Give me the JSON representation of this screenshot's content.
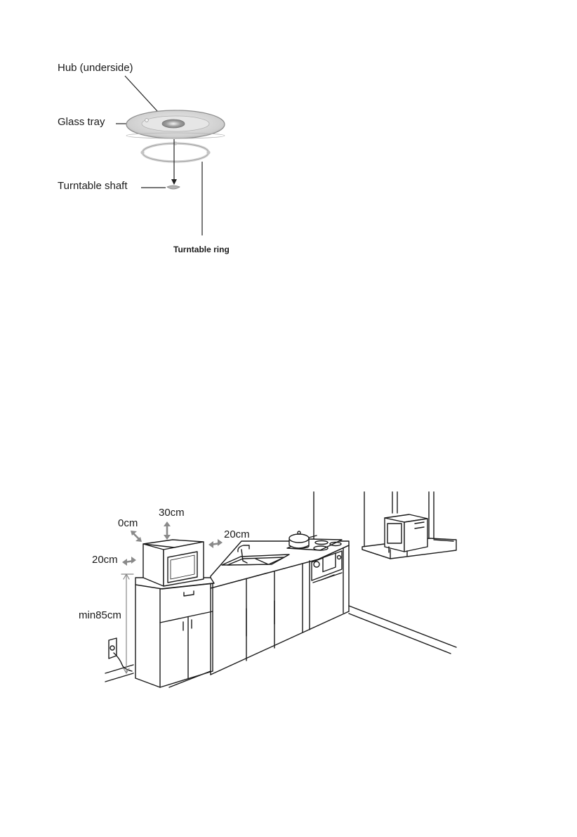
{
  "turntable_diagram": {
    "hub_label": "Hub (underside)",
    "glass_tray_label": "Glass tray",
    "turntable_shaft_label": "Turntable shaft",
    "turntable_ring_label": "Turntable ring"
  },
  "installation_diagram": {
    "clearance_left_label": "0cm",
    "clearance_top_label": "30cm",
    "clearance_right_label": "20cm",
    "clearance_back_label": "20cm",
    "min_height_label": "min85cm"
  }
}
